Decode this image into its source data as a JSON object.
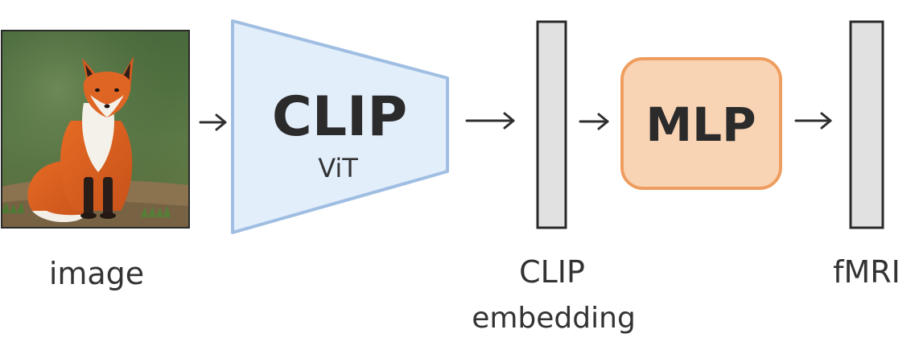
{
  "nodes": {
    "image": {
      "label": "image"
    },
    "encoder": {
      "title": "CLIP",
      "subtitle": "ViT"
    },
    "embedding": {
      "label_line1": "CLIP",
      "label_line2": "embedding"
    },
    "mlp": {
      "title": "MLP"
    },
    "fmri": {
      "label": "fMRI"
    }
  },
  "colors": {
    "encoder_fill": "#e3eefb",
    "encoder_stroke": "#9fbee2",
    "bar_fill": "#e1e1e1",
    "bar_stroke": "#2a2a2a",
    "mlp_fill": "#f9d4b4",
    "mlp_stroke": "#ee9d5f",
    "arrow": "#2f2f2f"
  },
  "icons": {
    "image_content": "fox-photo",
    "arrow": "right-arrow-icon"
  }
}
